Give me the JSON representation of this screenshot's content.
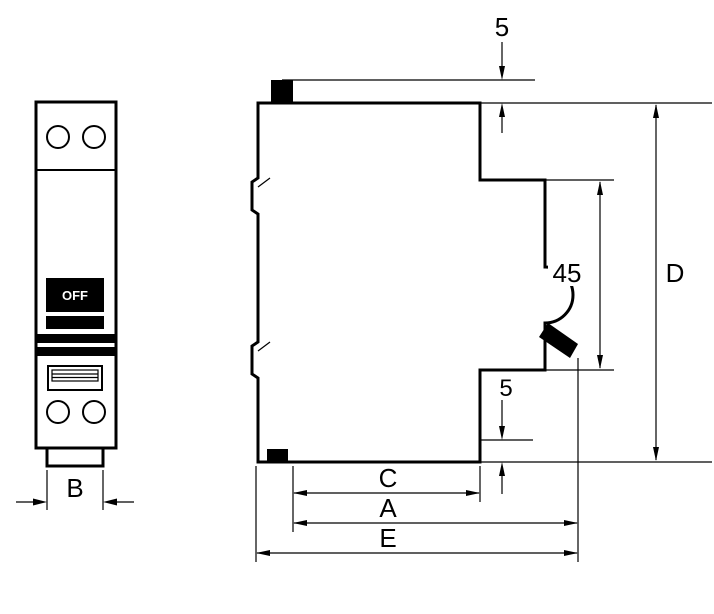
{
  "drawing": {
    "type": "technical-dimension-drawing",
    "subject": "single-module DIN-rail circuit breaker, front view and side view"
  },
  "front_view": {
    "switch_label": "OFF",
    "width_label": "B"
  },
  "side_view": {
    "top_offset_label": "5",
    "bottom_offset_label": "5",
    "front_height_label": "45",
    "total_height_label": "D",
    "depth_inner_label": "C",
    "depth_body_label": "A",
    "depth_overall_label": "E"
  },
  "colors": {
    "line": "#000000",
    "background": "#ffffff",
    "switch_background": "#000000",
    "switch_text": "#ffffff"
  }
}
